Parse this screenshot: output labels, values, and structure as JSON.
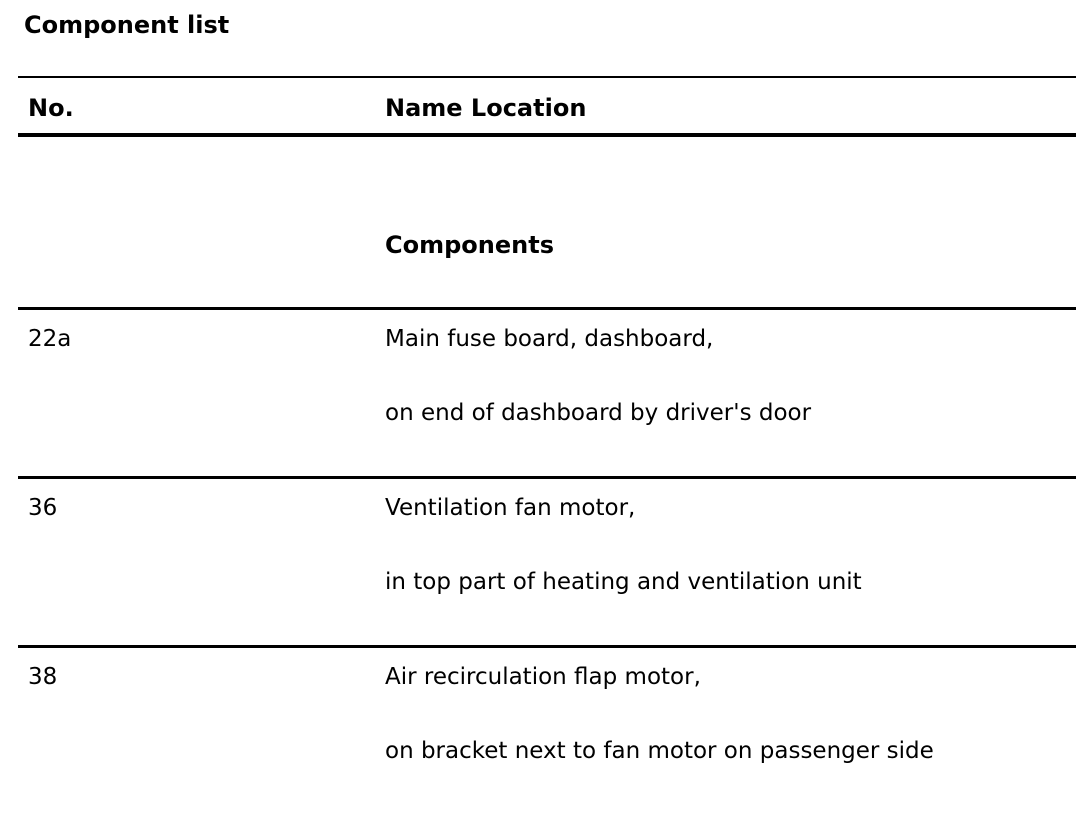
{
  "page": {
    "title": "Component list"
  },
  "table": {
    "columns": {
      "no": "No.",
      "name_location": "Name Location"
    },
    "section_header": "Components",
    "rows": [
      {
        "no": "22a",
        "name": "Main fuse board, dashboard,",
        "location": "on end of dashboard by driver's door"
      },
      {
        "no": "36",
        "name": "Ventilation fan motor,",
        "location": "in top part of heating and ventilation unit"
      },
      {
        "no": "38",
        "name": "Air recirculation flap motor,",
        "location": "on bracket next to fan motor on passenger side"
      }
    ]
  }
}
